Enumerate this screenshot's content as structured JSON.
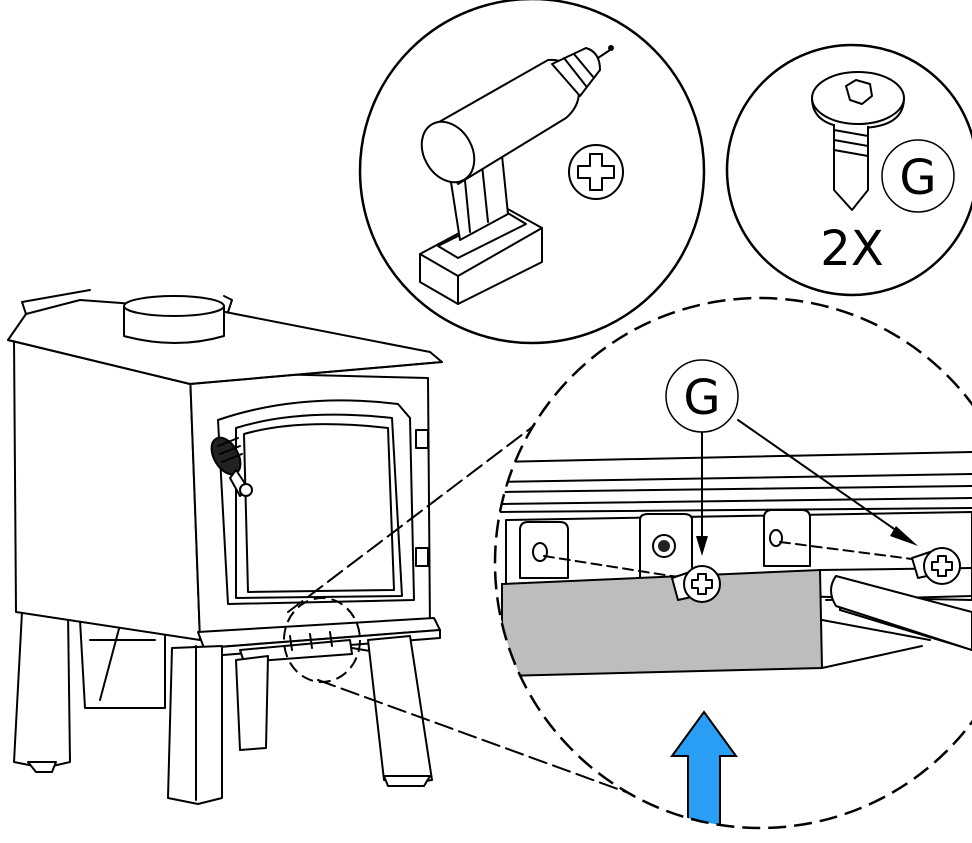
{
  "colors": {
    "line": "#000000",
    "background": "#ffffff",
    "arrow": "#2a9df4",
    "panel": "#bdbdbd"
  },
  "tool": {
    "icon": "cordless-drill-icon",
    "bit": "phillips-bit-icon"
  },
  "hardware": {
    "icon": "torx-screw-icon",
    "label": "G",
    "quantity": "2X"
  },
  "detail": {
    "callout_label": "G",
    "direction_icon": "up-arrow-icon"
  }
}
